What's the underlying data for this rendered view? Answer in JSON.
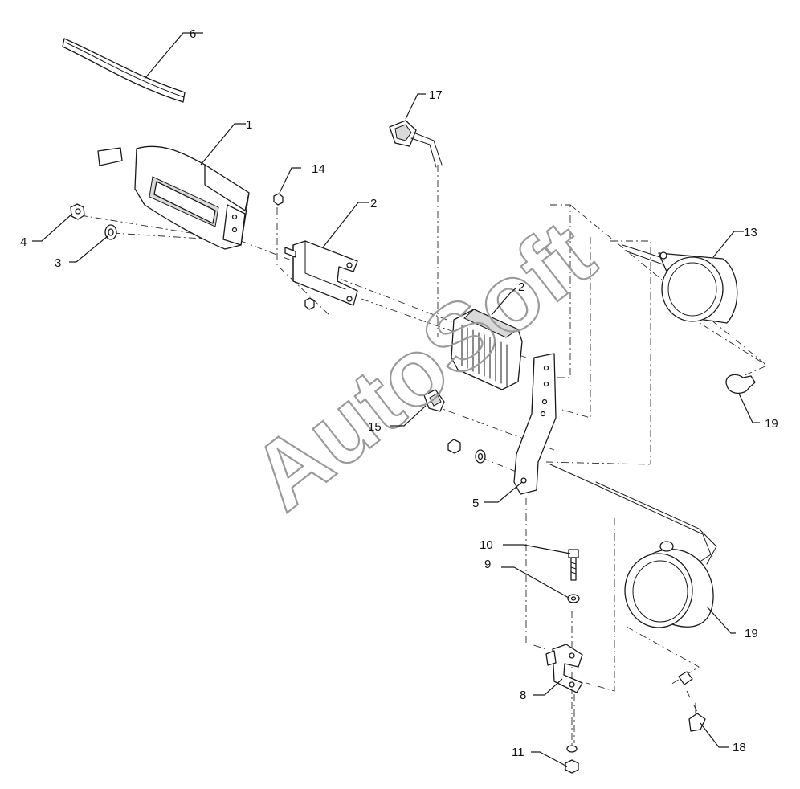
{
  "watermark": "AutoSoft",
  "callouts": {
    "c1": "1",
    "c2a": "2",
    "c2b": "2",
    "c3": "3",
    "c4": "4",
    "c5": "5",
    "c6": "6",
    "c8": "8",
    "c9": "9",
    "c10": "10",
    "c11": "11",
    "c13": "13",
    "c14": "14",
    "c15": "15",
    "c17": "17",
    "c18": "18",
    "c19a": "19",
    "c19b": "19"
  }
}
